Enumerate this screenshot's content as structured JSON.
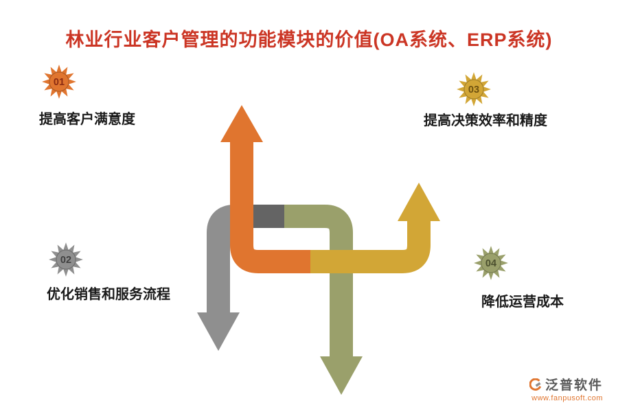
{
  "title": "林业行业客户管理的功能模块的价值(OA系统、ERP系统)",
  "items": [
    {
      "number": "01",
      "label": "提高客户满意度",
      "color": "#e0752f",
      "number_color": "#8a2b12"
    },
    {
      "number": "02",
      "label": "优化销售和服务流程",
      "color": "#8f8f8f",
      "number_color": "#3f3f3f"
    },
    {
      "number": "03",
      "label": "提高决策效率和精度",
      "color": "#d2a636",
      "number_color": "#6e5210"
    },
    {
      "number": "04",
      "label": "降低运营成本",
      "color": "#9aa06b",
      "number_color": "#4c502f"
    }
  ],
  "colors": {
    "title": "#cb3524",
    "label": "#1a1a1a",
    "arrow_gray_dark": "#646464",
    "background": "#ffffff"
  },
  "watermark": {
    "name": "泛普软件",
    "url": "www.fanpusoft.com",
    "name_color": "#595959",
    "url_color": "#e0752f"
  }
}
